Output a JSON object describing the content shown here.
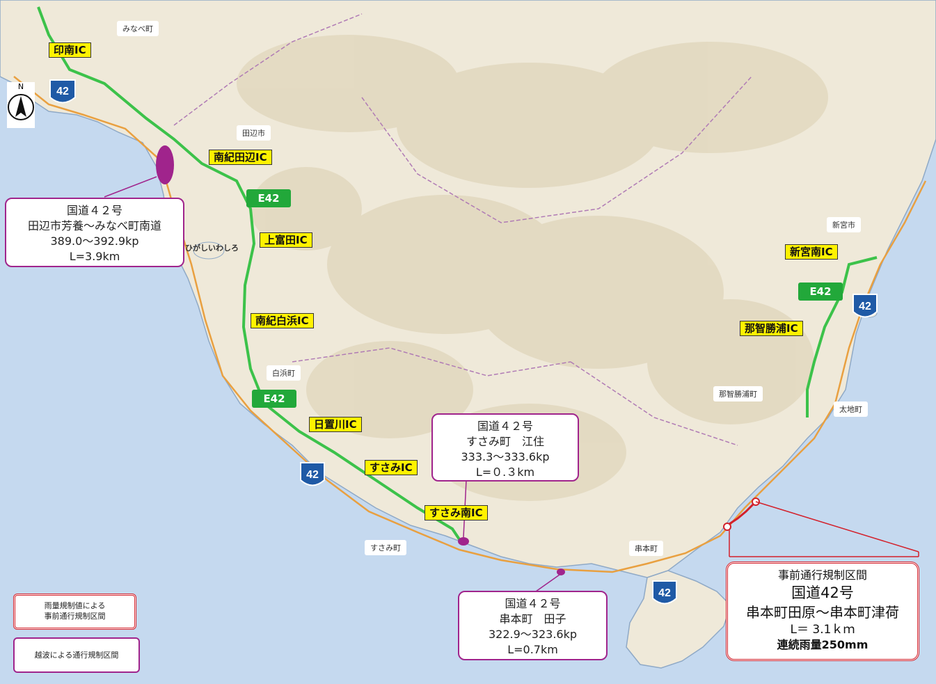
{
  "map": {
    "sea_color": "#c5d9ef",
    "land_color": "#efe9d9",
    "hill_color": "#dbcfb0",
    "expressway_color": "#3cc24a",
    "route_color": "#d3202a",
    "callout_border": "#a0248c"
  },
  "north_label": "N",
  "places": {
    "minabe": "みなべ町",
    "tanabe": "田辺市",
    "shirahama": "白浜町",
    "susami": "すさみ町",
    "kushimoto": "串本町",
    "shingu": "新宮市",
    "nachikatsuura": "那智勝浦町",
    "taiji": "太地町",
    "higashi_iwashiro": "ひがしいわしろ"
  },
  "interchanges": {
    "innan": "印南IC",
    "nanki_tanabe": "南紀田辺IC",
    "kamitonda": "上富田IC",
    "nanki_shirahama": "南紀白浜IC",
    "hikigawa": "日置川IC",
    "susami": "すさみIC",
    "susami_minami": "すさみ南IC",
    "shingu_minami": "新宮南IC",
    "nachikatsuura": "那智勝浦IC"
  },
  "expressway_label": "E42",
  "national_route_label": "42",
  "callouts": {
    "tanabe": {
      "line1": "国道４２号",
      "line2": "田辺市芳養～みなべ町南道",
      "line3": "389.0～392.9kp",
      "line4": "L=3.9km"
    },
    "susami": {
      "line1": "国道４２号",
      "line2": "すさみ町　江住",
      "line3": "333.3～333.6kp",
      "line4": "L=０.３km"
    },
    "kushimoto": {
      "line1": "国道４２号",
      "line2": "串本町　田子",
      "line3": "322.9～323.6kp",
      "line4": "L=0.7km"
    },
    "main": {
      "title": "事前通行規制区間",
      "line1": "国道42号",
      "line2": "串本町田原～串本町津荷",
      "line3": "L＝ 3.1ｋｍ",
      "line4": "連続雨量250mm"
    }
  },
  "legend": {
    "rain_line1": "雨量規制値による",
    "rain_line2": "事前通行規制区間",
    "wave": "越波による通行規制区間"
  }
}
